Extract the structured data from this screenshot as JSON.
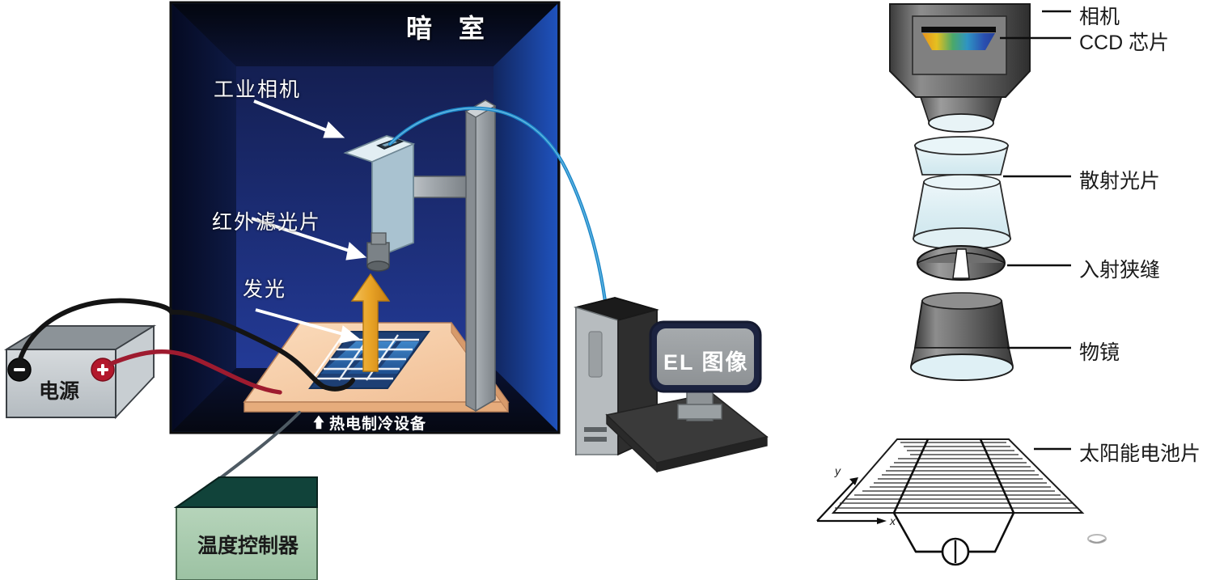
{
  "figure": {
    "type": "schematic-diagram",
    "subject": "Electroluminescence (EL) imaging test setup for solar cells"
  },
  "darkroom": {
    "title": "暗 室",
    "labels": {
      "camera": "工业相机",
      "ir_filter": "红外滤光片",
      "emission": "发光",
      "tec_device": "热电制冷设备",
      "tec_arrow": "↑"
    }
  },
  "equipment": {
    "power_supply_label": "电源",
    "power_negative": "−",
    "power_positive": "+",
    "temperature_controller_label": "温度控制器",
    "monitor_screen_label": "EL 图像"
  },
  "optics_callouts": [
    {
      "id": "camera",
      "label": "相机"
    },
    {
      "id": "ccd-chip",
      "label": "CCD 芯片"
    },
    {
      "id": "diffuser",
      "label": "散射光片"
    },
    {
      "id": "entrance-slit",
      "label": "入射狭缝"
    },
    {
      "id": "objective",
      "label": "物镜"
    },
    {
      "id": "solar-cell",
      "label": "太阳能电池片"
    }
  ],
  "axes": {
    "x_label": "x",
    "y_label": "y"
  },
  "colors": {
    "darkroom_wall_back": "#1a2a6e",
    "darkroom_wall_left": "#0a1230",
    "darkroom_wall_right": "#1b47a8",
    "darkroom_ceiling": "#080d22",
    "darkroom_floor": "#0a1330",
    "camera_body": "#c3d6e0",
    "stage_plate": "#f6cfa6",
    "cell_blue": "#2f6fb5",
    "light_arrow": "#e8a326",
    "cable_blue": "#1b86c8",
    "wire_red": "#9e1b2f",
    "wire_black": "#141414",
    "metal_grey": "#9aa0a4",
    "temp_ctrl_body": "#a5c8ab",
    "temp_ctrl_top": "#123d36",
    "pc_case": "#3a3a3a",
    "optic_glass": "#ddeef2",
    "optic_metal_dark": "#4a4a4a"
  }
}
